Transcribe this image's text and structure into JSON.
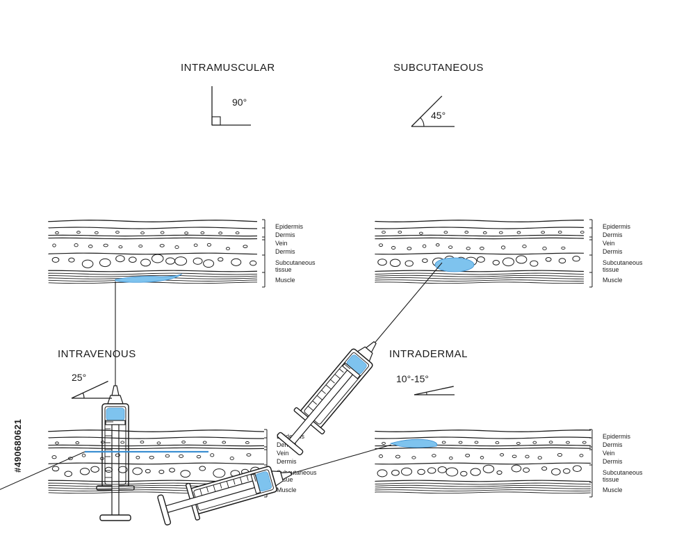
{
  "panels": [
    {
      "id": "intramuscular",
      "title": "INTRAMUSCULAR",
      "angle": "90°",
      "layers": [
        "Epidermis",
        "Dermis",
        "Vein",
        "Dermis",
        "Subcutaneous",
        "tissue",
        "Muscle"
      ]
    },
    {
      "id": "subcutaneous",
      "title": "SUBCUTANEOUS",
      "angle": "45°",
      "layers": [
        "Epidermis",
        "Dermis",
        "Vein",
        "Dermis",
        "Subcutaneous",
        "tissue",
        "Muscle"
      ]
    },
    {
      "id": "intravenous",
      "title": "INTRAVENOUS",
      "angle": "25°",
      "layers": [
        "Epidermis",
        "Dermis",
        "Vein",
        "Dermis",
        "Subcutaneous",
        "tissue",
        "Muscle"
      ]
    },
    {
      "id": "intradermal",
      "title": "INTRADERMAL",
      "angle": "10°-15°",
      "layers": [
        "Epidermis",
        "Dermis",
        "Vein",
        "Dermis",
        "Subcutaneous",
        "tissue",
        "Muscle"
      ]
    }
  ],
  "stock_id": "#490680621",
  "colors": {
    "line": "#1a1a1a",
    "fluid": "#7ec3ee",
    "fluid_dark": "#3b8fd1"
  }
}
